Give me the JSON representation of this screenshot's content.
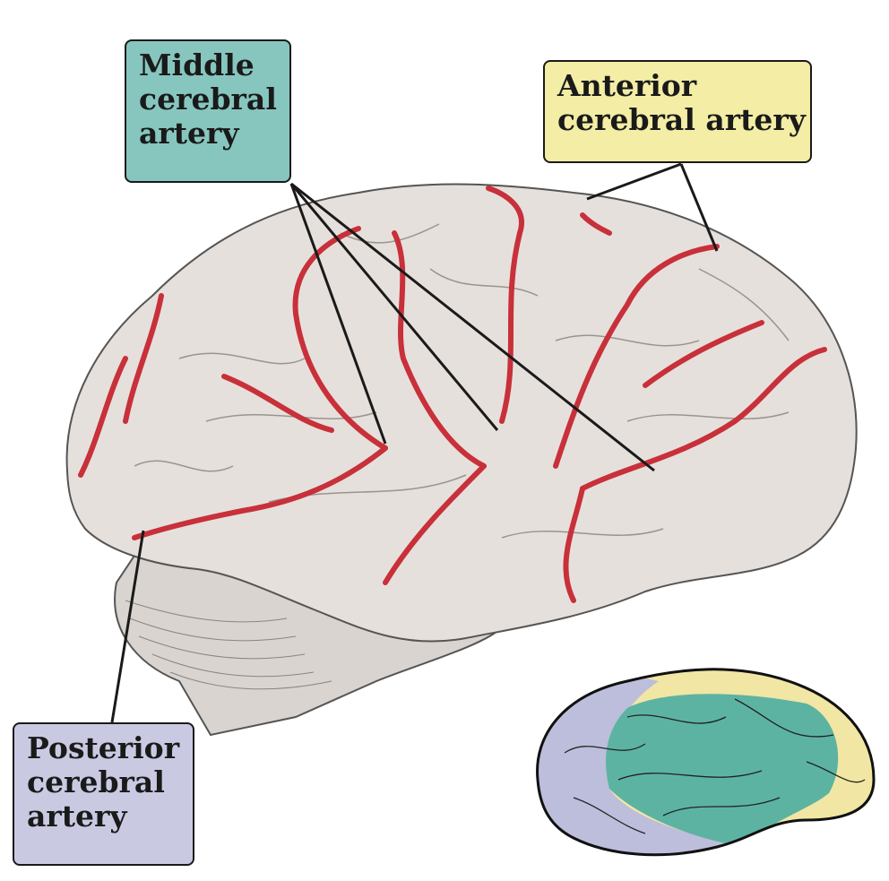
{
  "labels": {
    "middle": {
      "lines": [
        "Middle",
        "cerebral",
        "artery"
      ],
      "color": "#86c6bf"
    },
    "anterior": {
      "lines": [
        "Anterior",
        "cerebral artery"
      ],
      "color": "#f3eda5"
    },
    "posterior": {
      "lines": [
        "Posterior",
        "cerebral",
        "artery"
      ],
      "color": "#c9cae2"
    }
  },
  "colors": {
    "brain": "#e6e0dc",
    "cerebellum": "#d9d4d0",
    "artery": "#c8303a",
    "map_middle": "#5db3a2",
    "map_anterior": "#f1e6a3",
    "map_posterior": "#bcbedb"
  }
}
